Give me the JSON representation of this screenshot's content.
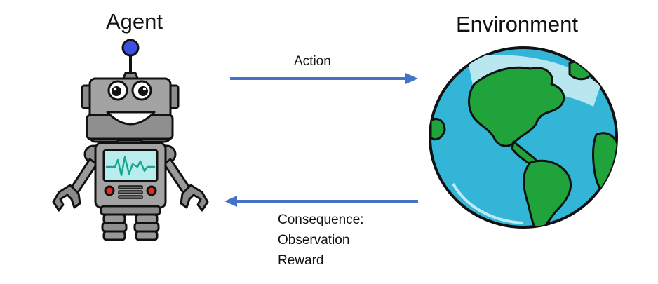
{
  "agent": {
    "title": "Agent",
    "icon": "robot-icon"
  },
  "environment": {
    "title": "Environment",
    "icon": "globe-icon"
  },
  "action_arrow": {
    "label": "Action",
    "direction": "agent-to-environment"
  },
  "consequence_arrow": {
    "heading": "Consequence:",
    "items": [
      "Observation",
      "Reward"
    ],
    "direction": "environment-to-agent"
  },
  "colors": {
    "arrow": "#4472c4",
    "robot_body": "#9c9c9c",
    "robot_antenna_ball": "#3b4fe0",
    "robot_screen": "#b9ecec",
    "robot_screen_line": "#1aa58c",
    "robot_lights": "#e02b20",
    "globe_ocean": "#33b5d8",
    "globe_land": "#1fa33a",
    "outline": "#111111"
  }
}
